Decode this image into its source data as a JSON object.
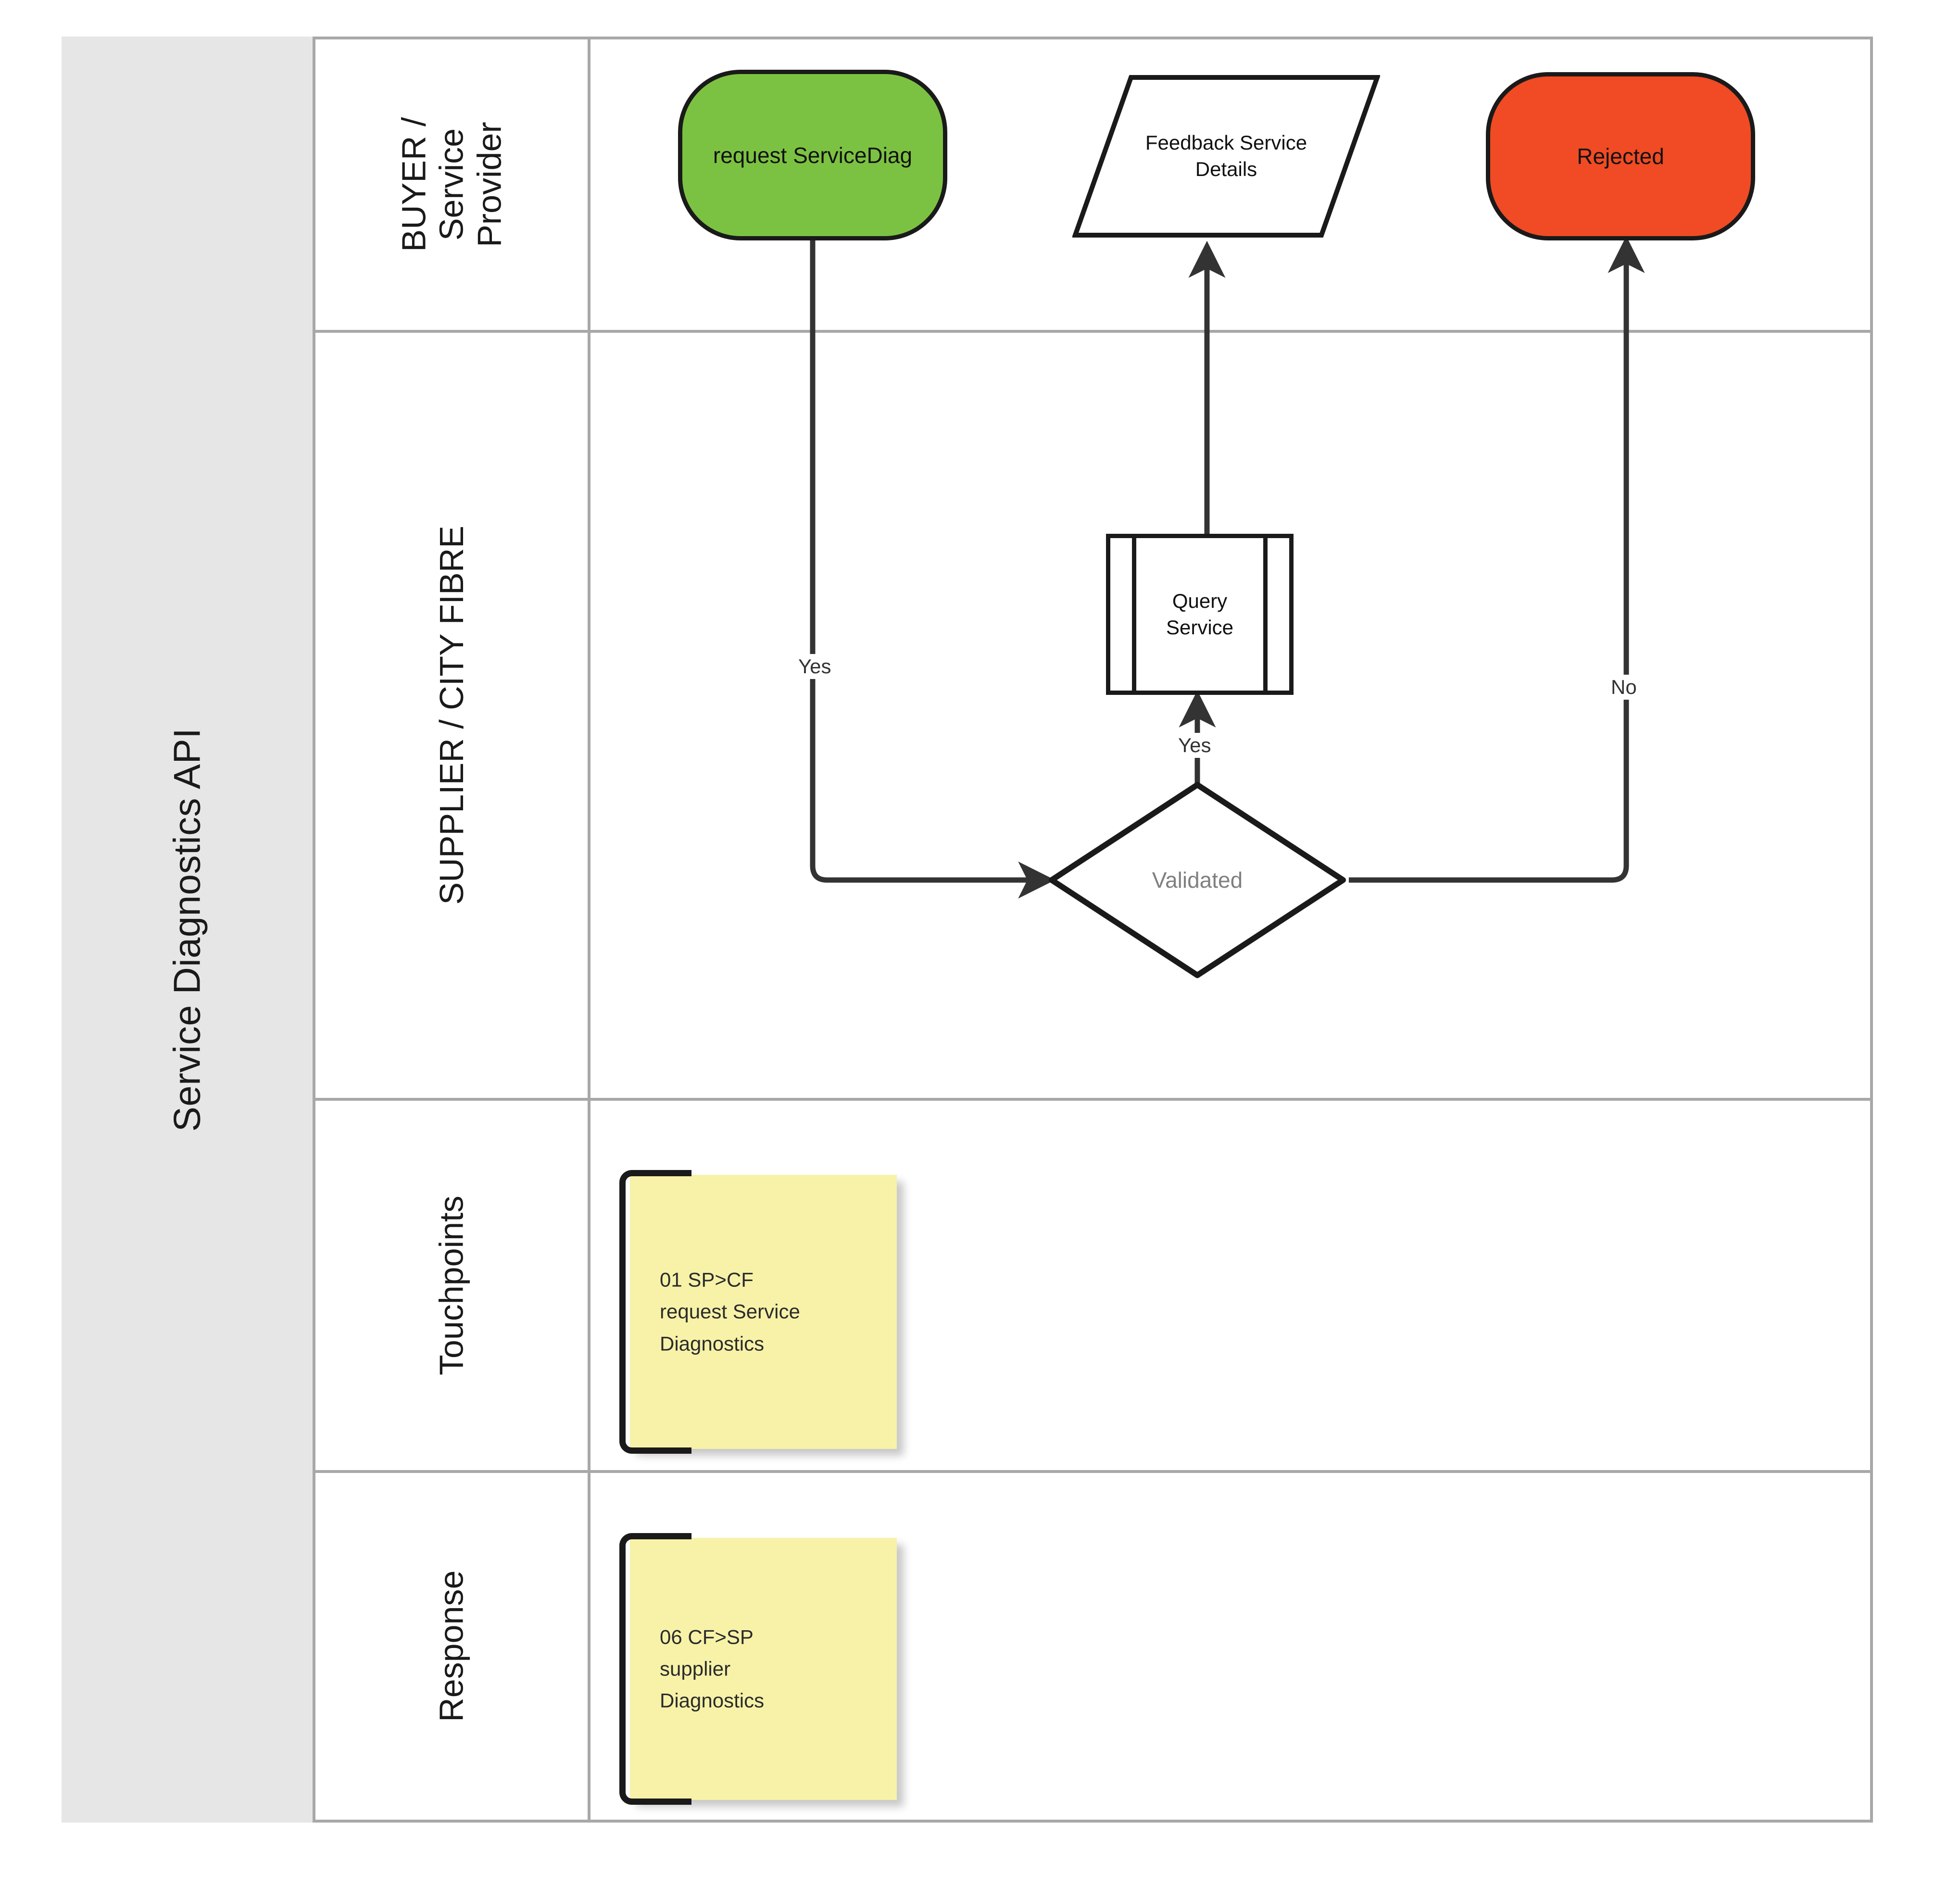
{
  "diagram": {
    "title": "Service Diagnostics API",
    "lanes": [
      {
        "id": "buyer",
        "label": "BUYER /\nService\nProvider"
      },
      {
        "id": "supplier",
        "label": "SUPPLIER / CITY FIBRE"
      },
      {
        "id": "touchpoints",
        "label": "Touchpoints"
      },
      {
        "id": "response",
        "label": "Response"
      }
    ],
    "nodes": {
      "request": {
        "label": "request ServiceDiag",
        "shape": "terminator",
        "fill": "#7cc242"
      },
      "feedback": {
        "label": "Feedback Service\nDetails",
        "shape": "parallelogram",
        "fill": "#ffffff"
      },
      "rejected": {
        "label": "Rejected",
        "shape": "terminator",
        "fill": "#f04b24"
      },
      "query": {
        "label": "Query\nService",
        "shape": "predefined-process",
        "fill": "#ffffff"
      },
      "validated": {
        "label": "Validated",
        "shape": "decision",
        "fill": "#ffffff"
      }
    },
    "edge_labels": {
      "request_to_validated": "Yes",
      "validated_to_query": "Yes",
      "validated_to_rejected": "No"
    },
    "notes": [
      {
        "id": "note-touchpoints",
        "text": "01 SP>CF\nrequest Service\nDiagnostics",
        "fill": "#f7f2a8"
      },
      {
        "id": "note-response",
        "text": "06 CF>SP\nsupplier\nDiagnostics",
        "fill": "#f7f2a8"
      }
    ],
    "colors": {
      "start_green": "#7cc242",
      "end_red": "#f04b24",
      "note_yellow": "#f7f2a8",
      "grid_grey": "#a8a8a8",
      "title_fill": "#e6e6e6",
      "stroke": "#1a1a1a",
      "muted_text": "#808080"
    }
  }
}
